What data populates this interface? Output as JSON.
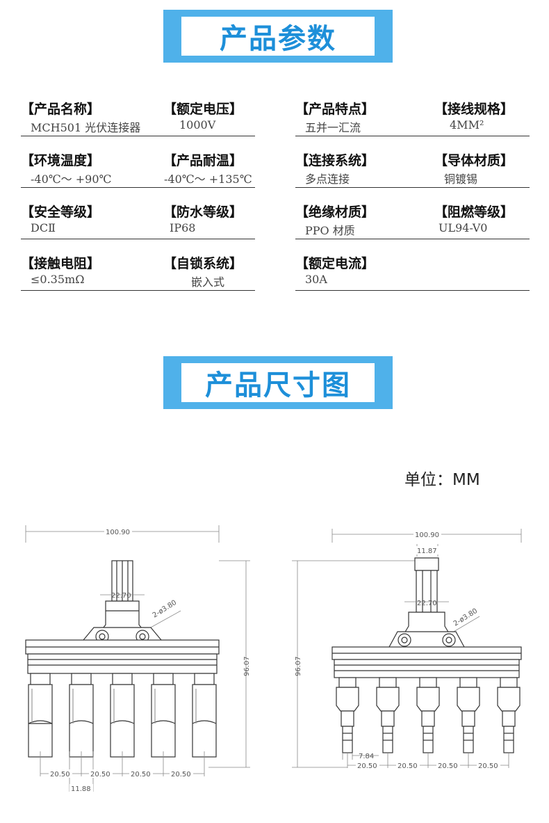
{
  "sections": {
    "params_title": "产品参数",
    "dims_title": "产品尺寸图"
  },
  "params": [
    {
      "label": "【产品名称】",
      "value": "MCH501 光伏连接器"
    },
    {
      "label": "【额定电压】",
      "value": "1000V"
    },
    {
      "label": "【产品特点】",
      "value": "五并一汇流"
    },
    {
      "label": "【接线规格】",
      "value": "4MM²"
    },
    {
      "label": "【环境温度】",
      "value": "-40℃～ +90℃"
    },
    {
      "label": "【产品耐温】",
      "value": "-40℃～ +135℃"
    },
    {
      "label": "【连接系统】",
      "value": "多点连接"
    },
    {
      "label": "【导体材质】",
      "value": "铜镀锡"
    },
    {
      "label": "【安全等级】",
      "value": "DCⅡ"
    },
    {
      "label": "【防水等级】",
      "value": "IP68"
    },
    {
      "label": "【绝缘材质】",
      "value": "PPO 材质"
    },
    {
      "label": "【阻燃等级】",
      "value": "UL94-V0"
    },
    {
      "label": "【接触电阻】",
      "value": "≤0.35mΩ"
    },
    {
      "label": "【自锁系统】",
      "value": "嵌入式"
    },
    {
      "label": "【额定电流】",
      "value": "30A"
    }
  ],
  "unit_label": "单位：MM",
  "drawings": {
    "left": {
      "width": "100.90",
      "height": "96.07",
      "center_width": "22.70",
      "hole": "2-ø3.80",
      "pitches": [
        "20.50",
        "20.50",
        "20.50",
        "20.50"
      ],
      "pin_width": "11.88"
    },
    "right": {
      "width": "100.90",
      "top_width": "11.87",
      "center_width": "22.70",
      "hole": "2-ø3.80",
      "height": "96.07",
      "pin_width": "7.84",
      "pitches": [
        "20.50",
        "20.50",
        "20.50",
        "20.50"
      ]
    }
  }
}
